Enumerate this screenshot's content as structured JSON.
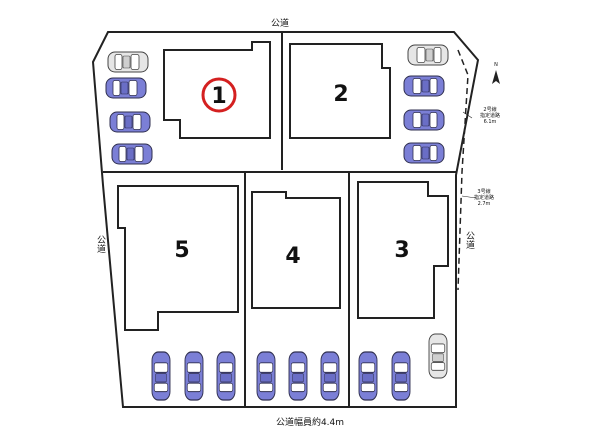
{
  "roads": {
    "top": "公道",
    "left": "公道",
    "right": "公道",
    "bottom": "公道幅員約4.4m"
  },
  "compass": {
    "label": "N"
  },
  "lots": [
    {
      "number": "1",
      "highlighted": true
    },
    {
      "number": "2",
      "highlighted": false
    },
    {
      "number": "3",
      "highlighted": false
    },
    {
      "number": "4",
      "highlighted": false
    },
    {
      "number": "5",
      "highlighted": false
    }
  ],
  "annotations": {
    "designated_road_2": {
      "line1": "2号線",
      "line2": "指定道路",
      "line3": "6.1m"
    },
    "designated_road_3": {
      "line1": "3号線",
      "line2": "指定道路",
      "line3": "2.7m"
    }
  },
  "colors": {
    "car": "#7b7fd6",
    "car_outline": "#2f2f4f",
    "grey_car": "#d8d8d8",
    "lot_outline": "#222222",
    "highlight_circle": "#d42020"
  }
}
